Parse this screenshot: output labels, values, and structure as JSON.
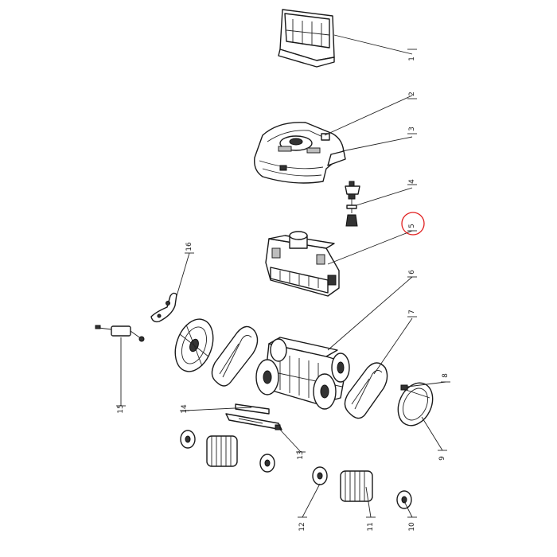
{
  "callouts": [
    {
      "id": "1",
      "label": "1"
    },
    {
      "id": "2",
      "label": "2"
    },
    {
      "id": "3",
      "label": "3"
    },
    {
      "id": "4",
      "label": "4"
    },
    {
      "id": "5",
      "label": "5",
      "highlighted": true
    },
    {
      "id": "6",
      "label": "6"
    },
    {
      "id": "7",
      "label": "7"
    },
    {
      "id": "8",
      "label": "8"
    },
    {
      "id": "9",
      "label": "9"
    },
    {
      "id": "10",
      "label": "10"
    },
    {
      "id": "11",
      "label": "11"
    },
    {
      "id": "12",
      "label": "12"
    },
    {
      "id": "13",
      "label": "13"
    },
    {
      "id": "14",
      "label": "14"
    },
    {
      "id": "15",
      "label": "15"
    },
    {
      "id": "16",
      "label": "16"
    }
  ],
  "highlight_color": "#e01e1e"
}
